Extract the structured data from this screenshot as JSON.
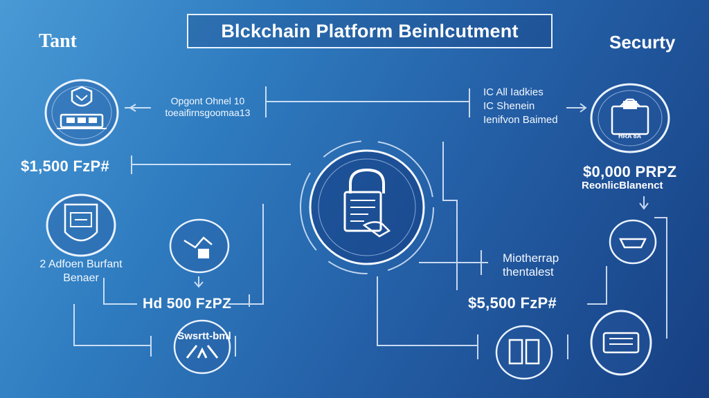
{
  "header": {
    "title": "Blckchain Platform Beinlcutment"
  },
  "corners": {
    "left": "Tant",
    "right": "Securty"
  },
  "labels": {
    "top_left": [
      "Opgont Ohnel 10",
      "toeaifirnsgoomaa13"
    ],
    "top_right": [
      "IC  All Iadkies",
      "IC  Shenein",
      "Ienifvon Baimed"
    ],
    "left_mid": [
      "2 Adfoen Burfant",
      "Benaer"
    ],
    "right_mid": [
      "Miotherrap",
      "thentalest"
    ],
    "bottom_center": [
      "Swsrtt-bml"
    ],
    "right_price_sub": "ReonlicBlanenct"
  },
  "prices": {
    "left_top": "$1,500 FzP#",
    "right_top": "$0,000 PRPZ",
    "left_bottom": "Hd 500 FzPZ",
    "right_bottom": "$5,500 FzP#"
  },
  "node_labels": {
    "right_top_node": "HRA 8A"
  },
  "icons": {
    "center": "padlock-document-icon",
    "left_top": "shield-computer-icon",
    "left_mid": "shield-badge-icon",
    "left_mid_small": "hand-device-icon",
    "bottom_center": "bird-hands-icon",
    "right_top": "lock-briefcase-icon",
    "right_mid": "controller-icon",
    "right_bottom": "server-bank-icon",
    "bottom_right_small": "numeric-device-icon"
  },
  "colors": {
    "background_light": "#4a9ad6",
    "background_dark": "#173f82",
    "line": "#e6f0ff"
  }
}
